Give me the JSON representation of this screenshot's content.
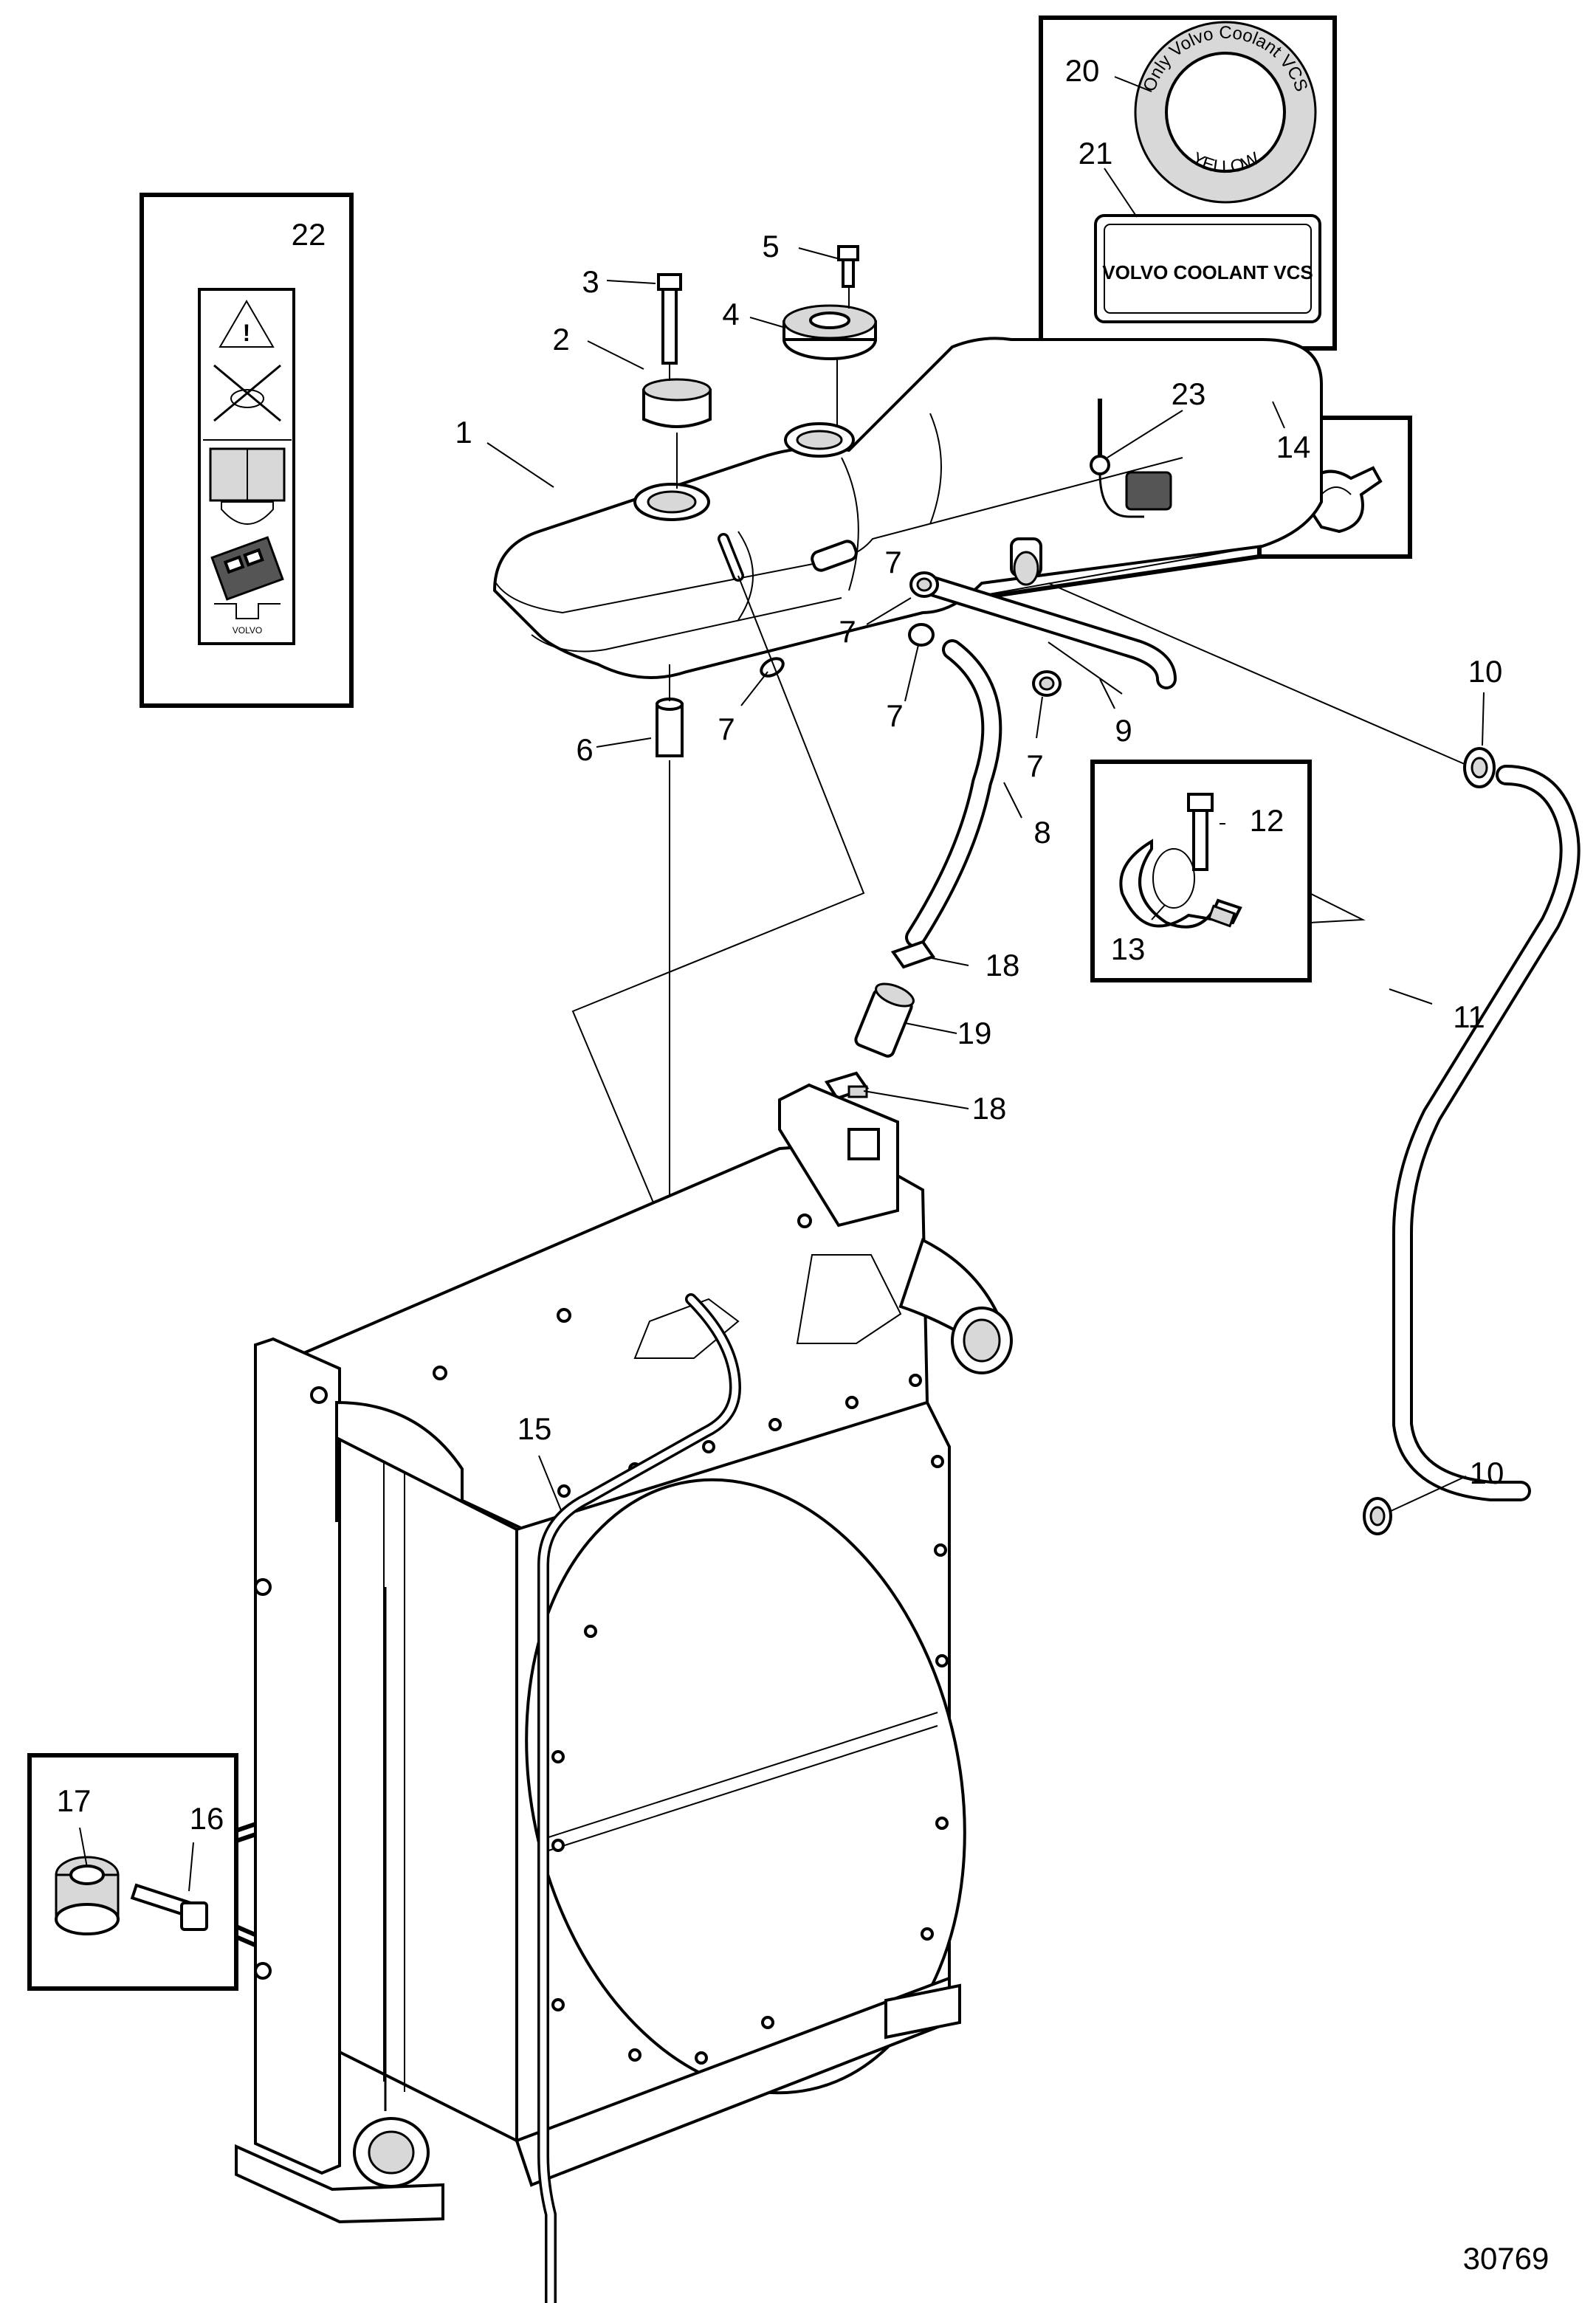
{
  "drawing": {
    "drawing_number": "30769"
  },
  "callouts": [
    "1",
    "2",
    "3",
    "4",
    "5",
    "6",
    "7",
    "7",
    "7",
    "7",
    "7",
    "8",
    "9",
    "10",
    "10",
    "11",
    "12",
    "13",
    "14",
    "15",
    "16",
    "17",
    "18",
    "18",
    "19",
    "20",
    "21",
    "22",
    "23"
  ],
  "labels": {
    "cap_ring_text": "Only Volvo Coolant VCS",
    "cap_ring_color": "YELLOW",
    "decal_text": "VOLVO COOLANT VCS"
  },
  "colors": {
    "line": "#000000",
    "background": "#ffffff",
    "shade": "#d8d8d8"
  }
}
